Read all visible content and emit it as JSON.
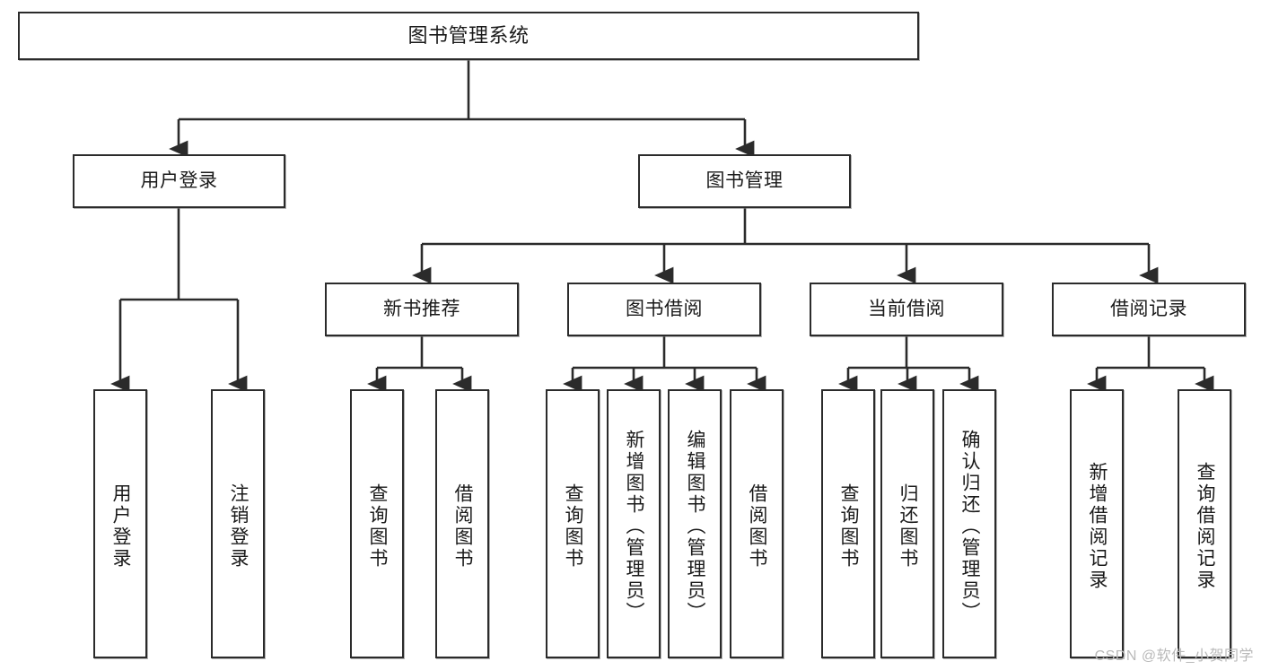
{
  "diagram": {
    "title": "图书管理系统",
    "watermark": "CSDN @软件_小贺同学",
    "line_color": "#2b2b2b",
    "box_fill": "#ffffff",
    "text_color": "#1a1a1a",
    "watermark_color": "#b9b9b9"
  },
  "nodes": {
    "root": {
      "label": "图书管理系统"
    },
    "level1": [
      {
        "label": "用户登录"
      },
      {
        "label": "图书管理"
      }
    ],
    "level2": [
      {
        "label": "新书推荐"
      },
      {
        "label": "图书借阅"
      },
      {
        "label": "当前借阅"
      },
      {
        "label": "借阅记录"
      }
    ],
    "leaves": {
      "user_login": [
        {
          "label": "用户登录"
        },
        {
          "label": "注销登录"
        }
      ],
      "new_book_recommend": [
        {
          "label": "查询图书"
        },
        {
          "label": "借阅图书"
        }
      ],
      "book_borrow": [
        {
          "label": "查询图书"
        },
        {
          "label": "新增图书（管理员）"
        },
        {
          "label": "编辑图书（管理员）"
        },
        {
          "label": "借阅图书"
        }
      ],
      "current_borrow": [
        {
          "label": "查询图书"
        },
        {
          "label": "归还图书"
        },
        {
          "label": "确认归还（管理员）"
        }
      ],
      "borrow_record": [
        {
          "label": "新增借阅记录"
        },
        {
          "label": "查询借阅记录"
        }
      ]
    }
  },
  "chart_data": {
    "type": "tree",
    "title": "图书管理系统",
    "orientation": "top-down",
    "edge_style": "orthogonal-with-arrowheads",
    "tree": {
      "name": "图书管理系统",
      "children": [
        {
          "name": "用户登录",
          "children": [
            {
              "name": "用户登录"
            },
            {
              "name": "注销登录"
            }
          ]
        },
        {
          "name": "图书管理",
          "children": [
            {
              "name": "新书推荐",
              "children": [
                {
                  "name": "查询图书"
                },
                {
                  "name": "借阅图书"
                }
              ]
            },
            {
              "name": "图书借阅",
              "children": [
                {
                  "name": "查询图书"
                },
                {
                  "name": "新增图书（管理员）"
                },
                {
                  "name": "编辑图书（管理员）"
                },
                {
                  "name": "借阅图书"
                }
              ]
            },
            {
              "name": "当前借阅",
              "children": [
                {
                  "name": "查询图书"
                },
                {
                  "name": "归还图书"
                },
                {
                  "name": "确认归还（管理员）"
                }
              ]
            },
            {
              "name": "借阅记录",
              "children": [
                {
                  "name": "新增借阅记录"
                },
                {
                  "name": "查询借阅记录"
                }
              ]
            }
          ]
        }
      ]
    },
    "depth": 4,
    "node_count": 18,
    "leaf_count": 13
  }
}
